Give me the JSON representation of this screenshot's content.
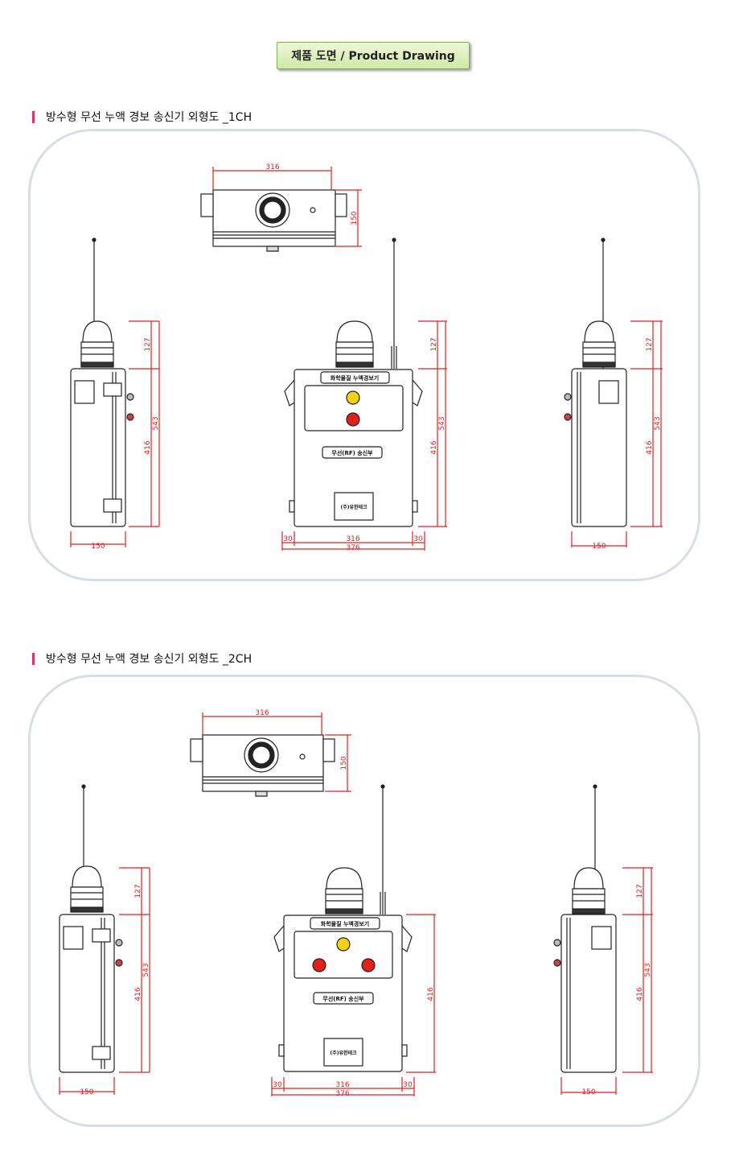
{
  "header": {
    "title": "제품 도면 / Product Drawing"
  },
  "sections": [
    {
      "heading": "방수형 무선 누액 경보 송신기 외형도 _1CH",
      "front_label_top": "화학물질 누액경보기",
      "front_label_mid": "무선(RF) 송신부",
      "logo_text": "(주)유한테크",
      "dims": {
        "top_width": "316",
        "top_height": "150",
        "beacon": "127",
        "total": "543",
        "body": "416",
        "side_width": "150",
        "inner_width": "316",
        "outer_width": "376",
        "ear": "30"
      }
    },
    {
      "heading": "방수형 무선 누액 경보 송신기 외형도 _2CH",
      "front_label_top": "화학물질 누액경보기",
      "front_label_mid": "무선(RF) 송신부",
      "logo_text": "(주)유한테크",
      "dims": {
        "top_width": "316",
        "top_height": "150",
        "beacon": "127",
        "total": "543",
        "body": "416",
        "side_width": "150",
        "inner_width": "316",
        "outer_width": "376",
        "ear": "30"
      }
    }
  ]
}
